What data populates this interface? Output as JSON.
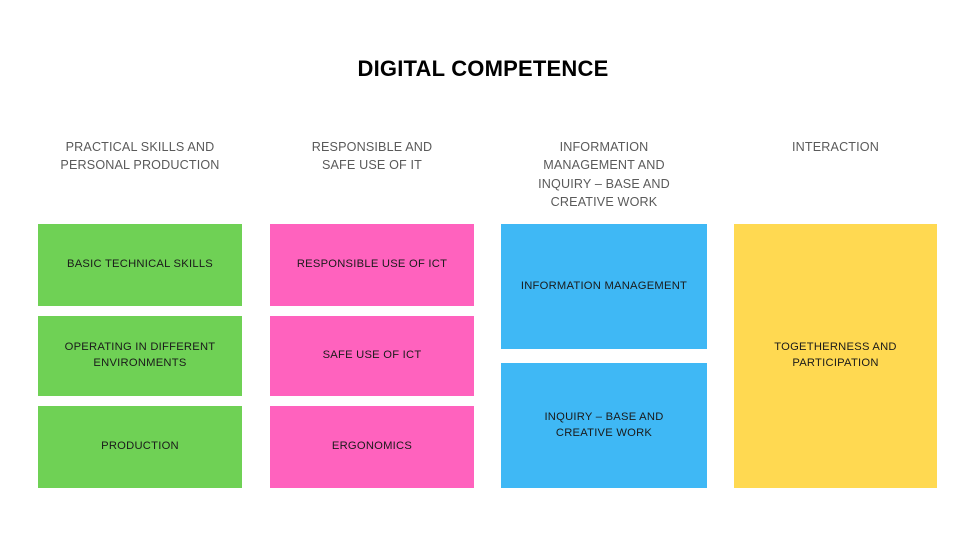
{
  "slide": {
    "title": "DIGITAL COMPETENCE",
    "background_color": "#FFFFFF",
    "title_color": "#000000",
    "header_color": "#5A5A5A",
    "box_label_color": "#1A1A1A"
  },
  "columns": [
    {
      "id": "practical-skills-and-personal-production",
      "header": "PRACTICAL SKILLS AND\nPERSONAL PRODUCTION",
      "color": "#6FD155",
      "boxes": [
        {
          "label": "BASIC TECHNICAL SKILLS"
        },
        {
          "label": "OPERATING IN DIFFERENT\nENVIRONMENTS"
        },
        {
          "label": "PRODUCTION"
        }
      ]
    },
    {
      "id": "responsible-and-safe-use-of-it",
      "header": "RESPONSIBLE AND\nSAFE USE OF IT",
      "color": "#FF62BE",
      "boxes": [
        {
          "label": "RESPONSIBLE USE OF ICT"
        },
        {
          "label": "SAFE USE OF ICT"
        },
        {
          "label": "ERGONOMICS"
        }
      ]
    },
    {
      "id": "information-management-and-inquiry-base-and-creative-work",
      "header": "INFORMATION\nMANAGEMENT AND\nINQUIRY – BASE AND\nCREATIVE WORK",
      "color": "#3FB8F5",
      "boxes": [
        {
          "label": "INFORMATION MANAGEMENT"
        },
        {
          "label": "INQUIRY – BASE AND\nCREATIVE WORK"
        }
      ]
    },
    {
      "id": "interaction",
      "header": "INTERACTION",
      "color": "#FFD951",
      "boxes": [
        {
          "label": "TOGETHERNESS AND\nPARTICIPATION"
        }
      ]
    }
  ]
}
